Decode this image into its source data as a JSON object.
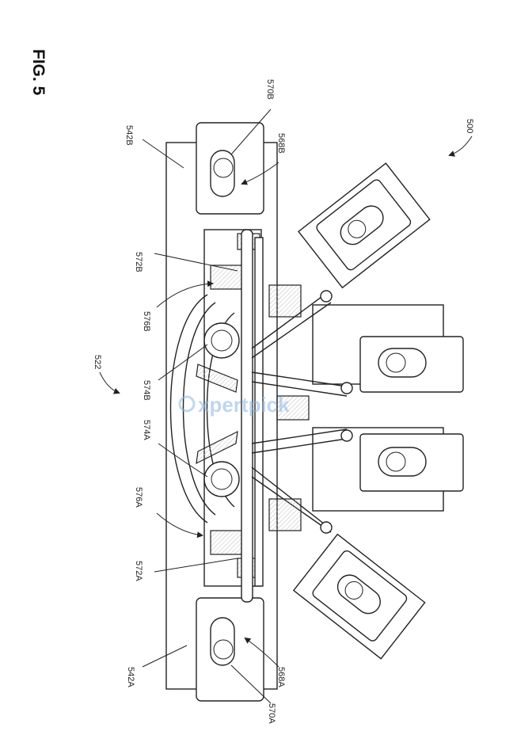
{
  "figure": {
    "title": "FIG. 5",
    "watermark": "xpertpick",
    "labels": {
      "l500": "500",
      "l522": "522",
      "l542A": "542A",
      "l542B": "542B",
      "l568A": "568A",
      "l568B": "568B",
      "l570A": "570A",
      "l570B": "570B",
      "l572A": "572A",
      "l572B": "572B",
      "l574A": "574A",
      "l574B": "574B",
      "l576A": "576A",
      "l576B": "576B"
    }
  },
  "colors": {
    "line": "#222222",
    "watermark": "#8fb6dc",
    "background": "#ffffff"
  }
}
